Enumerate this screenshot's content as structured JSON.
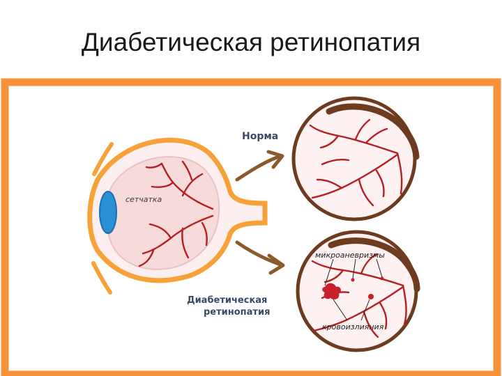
{
  "title": "Диабетическая ретинопатия",
  "labels": {
    "retina": "сетчатка",
    "normal": "Норма",
    "diabetic_line1": "Диабетическая",
    "diabetic_line2": "ретинопатия",
    "microaneurysms": "микроаневризмы",
    "hemorrhages": "кровоизлияния"
  },
  "colors": {
    "frame": "#f7923a",
    "eye_outline": "#f7a238",
    "retina_fill": "#f7dbdb",
    "vessel": "#b51f23",
    "lens": "#2b8fd6",
    "arrow": "#8b5a2b",
    "circle_border": "#6d3c1e",
    "label_blue": "#3a4a68"
  }
}
